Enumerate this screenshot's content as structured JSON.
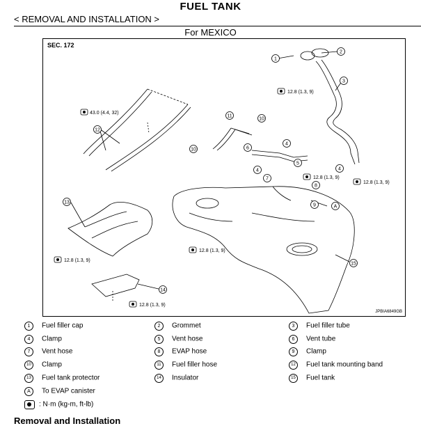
{
  "header": {
    "title": "FUEL TANK",
    "section": "< REMOVAL AND INSTALLATION >",
    "variant": "For MEXICO"
  },
  "figure": {
    "sec_label": "SEC. 172",
    "figure_code": "JPBIA6849GB",
    "torque_values": {
      "t1": "12.8 (1.3, 9)",
      "t2": "43.0 (4.4, 32)",
      "t3": "12.8 (1.3, 9)",
      "t4": "12.8 (1.3, 9)",
      "t5": "12.8 (1.3, 9)",
      "t6": "12.8 (1.3, 9)",
      "t7": "12.8 (1.3, 9)"
    },
    "callouts": {
      "c1": "1",
      "c2": "2",
      "c3": "3",
      "c4a": "4",
      "c4b": "4",
      "c4c": "4",
      "c5": "5",
      "c6": "6",
      "c7": "7",
      "c8": "8",
      "c9": "9",
      "c10a": "10",
      "c10b": "10",
      "c11": "11",
      "c12": "12",
      "c13": "13",
      "c14": "14",
      "c15": "15",
      "cA": "A"
    }
  },
  "legend": {
    "items": [
      {
        "mark": "1",
        "text": "Fuel filler cap"
      },
      {
        "mark": "2",
        "text": "Grommet"
      },
      {
        "mark": "3",
        "text": "Fuel filler tube"
      },
      {
        "mark": "4",
        "text": "Clamp"
      },
      {
        "mark": "5",
        "text": "Vent hose"
      },
      {
        "mark": "6",
        "text": "Vent tube"
      },
      {
        "mark": "7",
        "text": "Vent hose"
      },
      {
        "mark": "8",
        "text": "EVAP hose"
      },
      {
        "mark": "9",
        "text": "Clamp"
      },
      {
        "mark": "10",
        "text": "Clamp"
      },
      {
        "mark": "11",
        "text": "Fuel filler hose"
      },
      {
        "mark": "12",
        "text": "Fuel tank mounting band"
      },
      {
        "mark": "13",
        "text": "Fuel tank protector"
      },
      {
        "mark": "14",
        "text": "Insulator"
      },
      {
        "mark": "15",
        "text": "Fuel tank"
      }
    ],
    "note_a": {
      "mark": "A",
      "text": "To EVAP canister"
    },
    "torque_note": ": N·m (kg-m, ft-lb)"
  },
  "footer": {
    "cut_heading": "Removal and Installation"
  },
  "icons": [
    "torque-wrench-icon"
  ]
}
